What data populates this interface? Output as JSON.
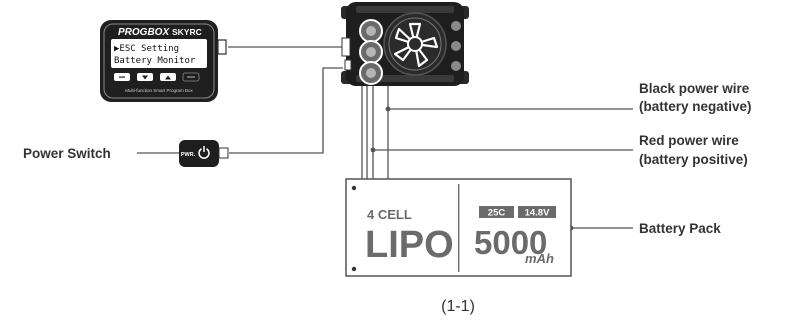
{
  "progbox": {
    "brand": "PROGBOX",
    "maker": "SKYRC",
    "screen_line1": "▶ESC Setting",
    "screen_line2": " Battery Monitor",
    "footer": "Multi-function Smart Program Box",
    "button_icons": [
      "minus-icon",
      "down-icon",
      "up-icon",
      "ok-icon"
    ]
  },
  "power_switch": {
    "label": "Power Switch",
    "badge": "PWR.",
    "icon": "power-icon"
  },
  "wires": {
    "black_line1": "Black power wire",
    "black_line2": "(battery negative)",
    "red_line1": "Red power wire",
    "red_line2": "(battery positive)"
  },
  "battery": {
    "label": "Battery Pack",
    "cells": "4 CELL",
    "chemistry": "LIPO",
    "c_rating": "25C",
    "voltage": "14.8V",
    "capacity": "5000",
    "capacity_unit": "mAh"
  },
  "caption": "(1-1)",
  "colors": {
    "line": "#555555",
    "label": "#333333",
    "device_dark": "#1e1e1e",
    "battery_gray": "#6b6b6b"
  }
}
